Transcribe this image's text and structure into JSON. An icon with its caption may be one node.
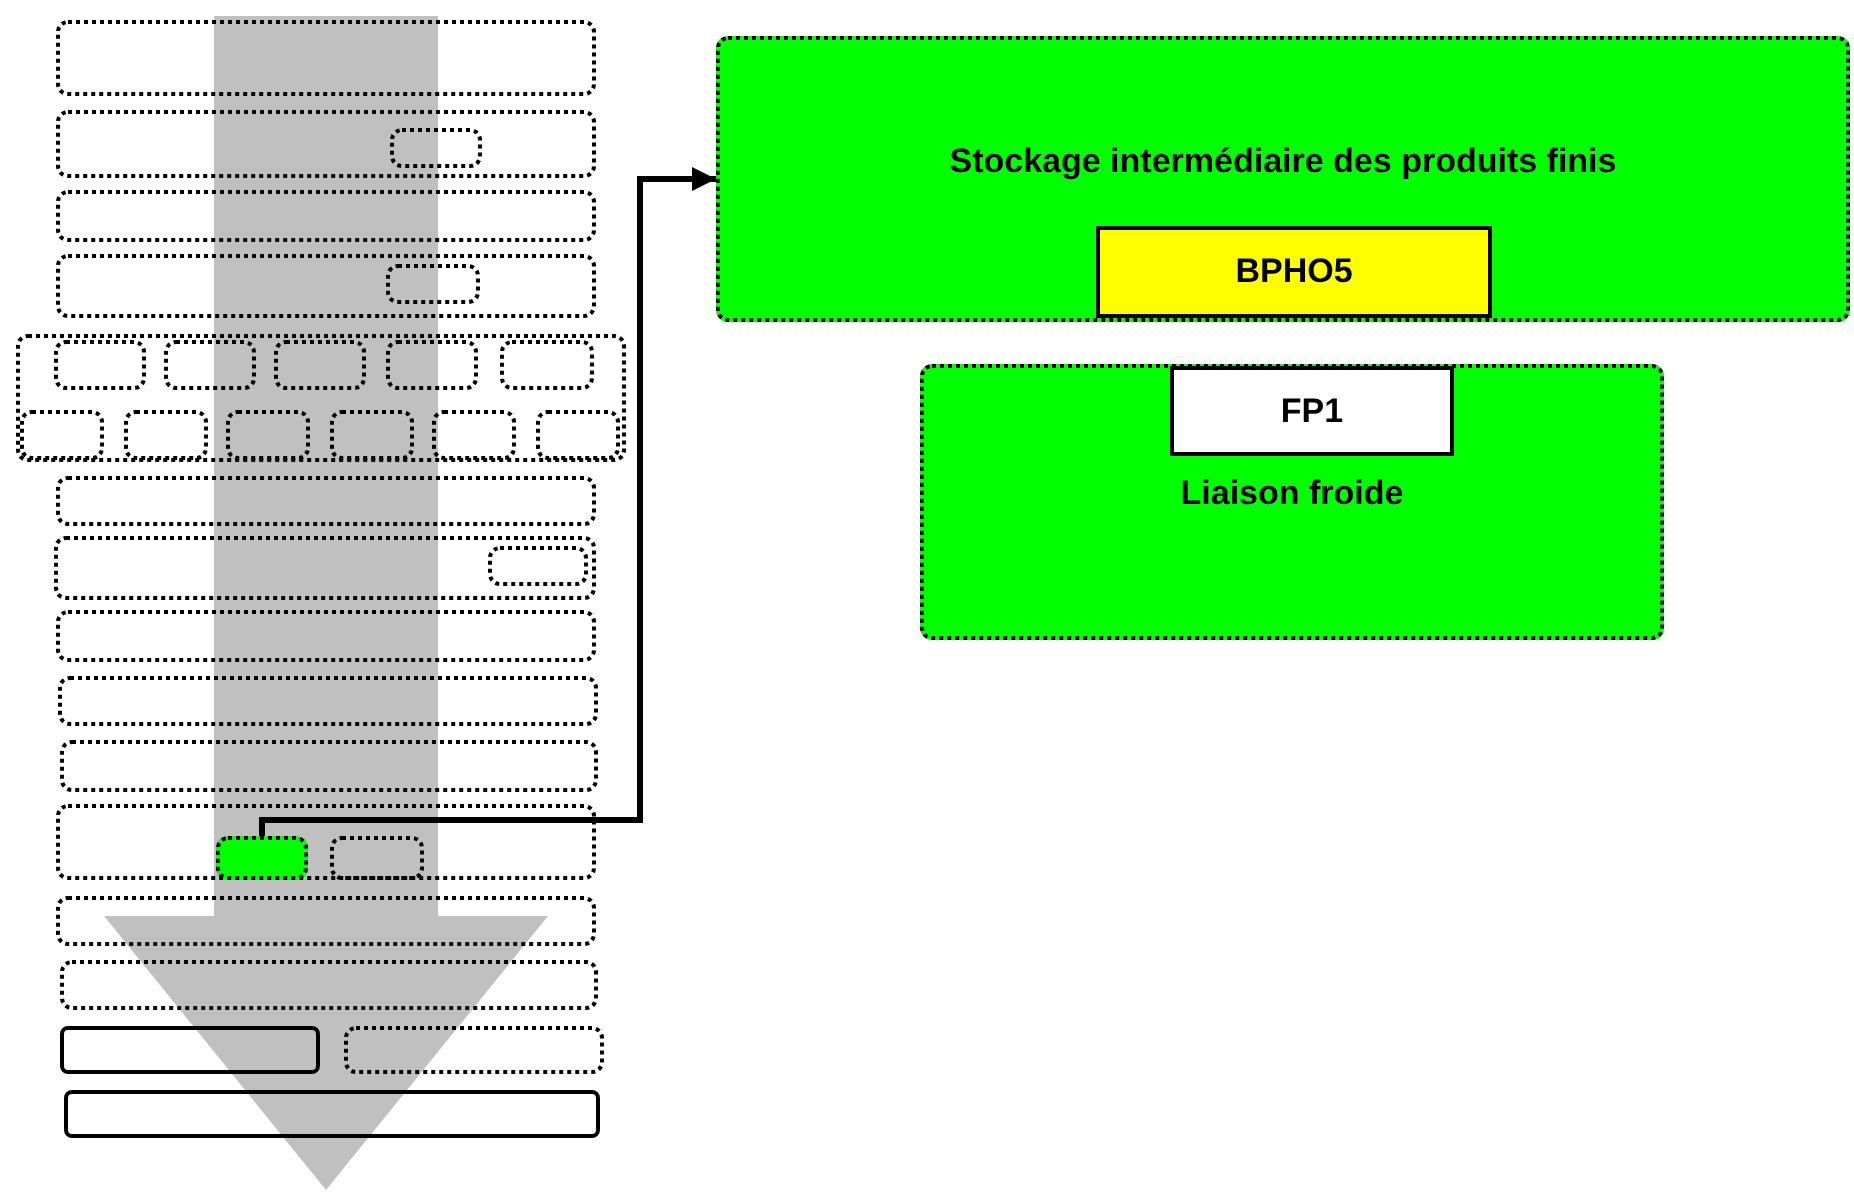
{
  "diagram": {
    "nodes": [
      {
        "text": [],
        "shape": "box"
      },
      {
        "text": [],
        "shape": "box"
      },
      {
        "text": [],
        "shape": "box",
        "in": 1
      },
      {
        "text": [],
        "shape": "box"
      },
      {
        "text": [],
        "shape": "box"
      },
      {
        "text": [],
        "shape": "box",
        "in": 4
      },
      {
        "text": [],
        "shape": "box"
      },
      {
        "text": [],
        "shape": "box",
        "in": 6
      },
      {
        "text": [],
        "shape": "box",
        "in": 6
      },
      {
        "text": [],
        "shape": "box",
        "in": 6
      },
      {
        "text": [],
        "shape": "box",
        "in": 6
      },
      {
        "text": [],
        "shape": "box",
        "in": 6
      },
      {
        "text": [],
        "shape": "box",
        "in": 6
      },
      {
        "text": [],
        "shape": "box",
        "in": 6
      },
      {
        "text": [],
        "shape": "box",
        "in": 6
      },
      {
        "text": [],
        "shape": "box",
        "in": 6
      },
      {
        "text": [],
        "shape": "box",
        "in": 6
      },
      {
        "text": [],
        "shape": "box",
        "in": 6
      },
      {
        "text": [],
        "shape": "box"
      },
      {
        "text": [],
        "shape": "box"
      },
      {
        "text": [],
        "shape": "box",
        "in": 19
      },
      {
        "text": [],
        "shape": "box"
      },
      {
        "text": [],
        "shape": "box"
      },
      {
        "text": [],
        "shape": "box"
      },
      {
        "text": [],
        "shape": "box"
      },
      {
        "text": [],
        "shape": "box",
        "in": 24
      },
      {
        "text": [],
        "shape": "box",
        "in": 24
      },
      {
        "text": [],
        "shape": "box"
      },
      {
        "text": [],
        "shape": "box"
      },
      {
        "text": [],
        "shape": "box"
      },
      {
        "text": [],
        "shape": "box"
      },
      {
        "text": [],
        "shape": "box"
      },
      {
        "text": [
          "Stockage intermédiaire des produits finis"
        ]
      },
      {
        "text": [
          "BPHO5"
        ],
        "in": 32
      },
      {
        "text": [
          "Liaison froide"
        ]
      },
      {
        "text": [
          "FP1"
        ],
        "in": 34
      }
    ],
    "edges": [
      {
        "from": 25,
        "to": 32,
        "arrow": "to"
      },
      {
        "from": 0,
        "to": 31,
        "arrow": "to",
        "style": "thick",
        "color": "#c0c0c0"
      }
    ]
  }
}
